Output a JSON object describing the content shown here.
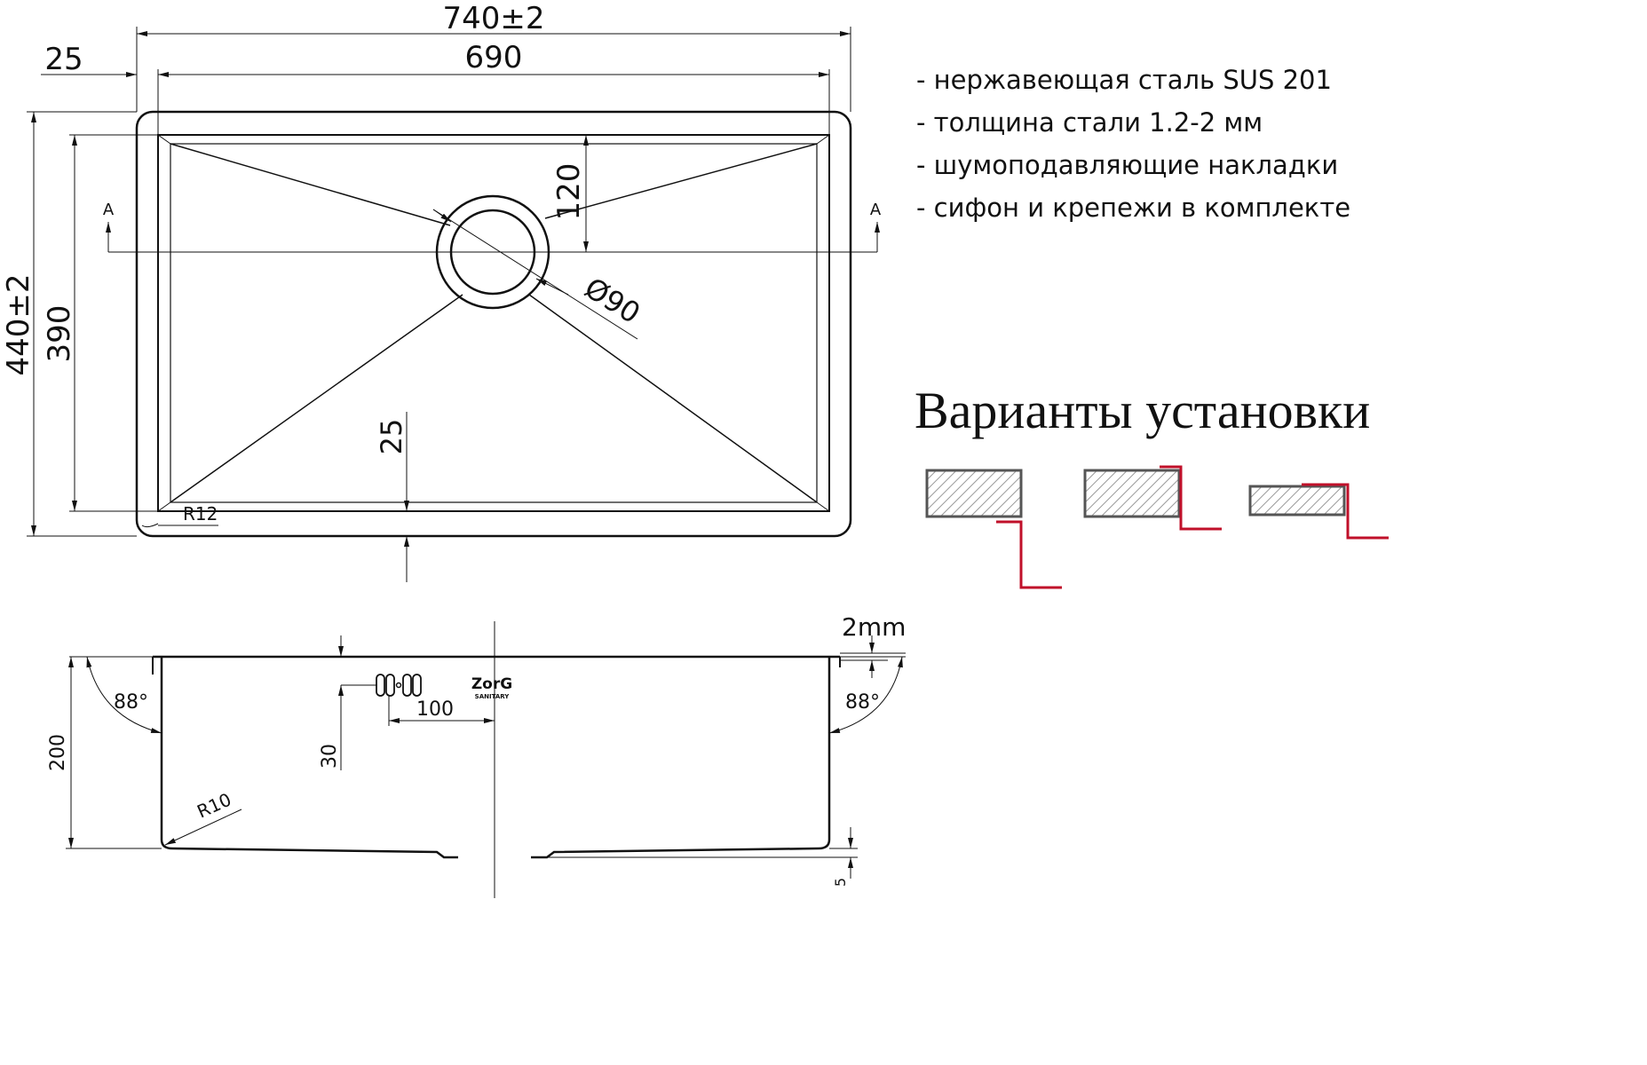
{
  "top_view": {
    "dim_overall_width": "740±2",
    "dim_inner_width": "690",
    "dim_flange": "25",
    "dim_overall_depth": "440±2",
    "dim_inner_depth": "390",
    "dim_drain_offset": "120",
    "dim_drain_diameter": "Ø90",
    "dim_bottom_flange": "25",
    "dim_corner_radius": "R12",
    "section_mark_left": "A",
    "section_mark_right": "A"
  },
  "specs": [
    "- нержавеющая сталь SUS 201",
    "- толщина стали 1.2-2 мм",
    "- шумоподавляющие накладки",
    "- сифон и крепежи в комплекте"
  ],
  "install": {
    "heading": "Варианты установки",
    "accent_color": "#c0102a"
  },
  "section_view": {
    "dim_thickness": "2mm",
    "dim_angle_left": "88°",
    "dim_angle_right": "88°",
    "dim_height": "200",
    "dim_overflow_height": "30",
    "dim_overflow_offset": "100",
    "dim_bottom_radius": "R10",
    "dim_bottom_step": "5",
    "logo_main": "ZorG",
    "logo_sub": "SANITARY"
  }
}
